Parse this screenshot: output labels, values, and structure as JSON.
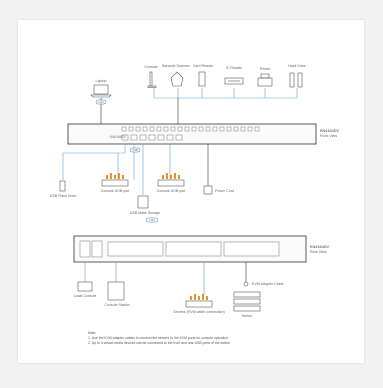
{
  "colors": {
    "background": "#f2f2f2",
    "card": "#ffffff",
    "link_blue": "#5aa0d8",
    "usb_orange": "#e8922a",
    "device_gray": "#555555"
  },
  "top_devices": [
    {
      "label": "Console"
    },
    {
      "label": "Barcode Scanner"
    },
    {
      "label": "Card Reader"
    },
    {
      "label": "IC Reader"
    },
    {
      "label": "Printer"
    },
    {
      "label": "Hard Drive"
    }
  ],
  "laptop": {
    "label": "Laptop"
  },
  "kvm_top": {
    "line1": "KN4164DV",
    "line2": "Front View",
    "side_label": "KN4164DV"
  },
  "link_tags": {
    "usb": "USB",
    "lan": "LAN"
  },
  "front_devices": {
    "usb_drive": "USB Flash Drive",
    "hub_left": "Console USB port",
    "usb_disk": "USB Mass Storage",
    "hub_right": "Console USB port",
    "power": "Power Cord"
  },
  "kvm_rear": {
    "line1": "KN4164DV",
    "line2": "Rear View"
  },
  "rear_devices": {
    "local": "Local Console",
    "console": "Console Station",
    "servers": "Servers (KVM cable connection)",
    "adapter": "KVM Adapter Cable",
    "server": "Server"
  },
  "notes": {
    "title": "Note:",
    "line1": "1. Use the KVM adapter cables to connect the servers to the KVM ports for console operation.",
    "line2": "2. Up to 4 virtual media devices can be connected to the front and rear USB ports of the switch."
  }
}
